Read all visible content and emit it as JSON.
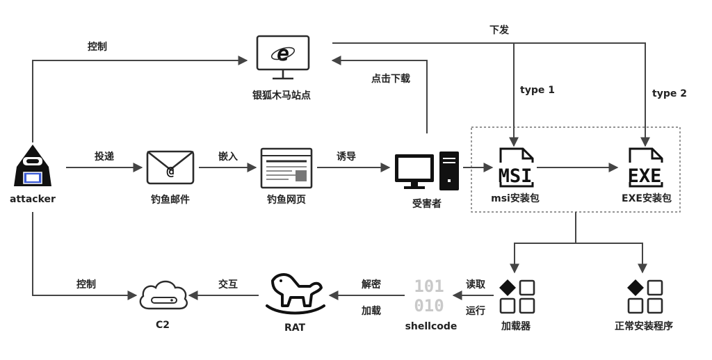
{
  "nodes": {
    "attacker": "attacker",
    "phishing_mail": "钓鱼邮件",
    "phishing_page": "钓鱼网页",
    "victim": "受害者",
    "trojan_site": "银狐木马站点",
    "msi": "msi安装包",
    "exe": "EXE安装包",
    "loader": "加载器",
    "normal_installer": "正常安装程序",
    "shellcode": "shellcode",
    "rat": "RAT",
    "c2": "C2"
  },
  "edges": {
    "control_top": "控制",
    "deliver": "投递",
    "embed": "嵌入",
    "lure": "诱导",
    "click_download": "点击下载",
    "issue": "下发",
    "type1": "type 1",
    "type2": "type 2",
    "read": "读取",
    "run": "运行",
    "decrypt": "解密",
    "load": "加载",
    "interact": "交互",
    "control_bottom": "控制"
  },
  "icon_text": {
    "msi": "MSI",
    "exe": "EXE",
    "ie": "e",
    "mail": "@",
    "bits_row1": "101",
    "bits_row2": "010"
  }
}
